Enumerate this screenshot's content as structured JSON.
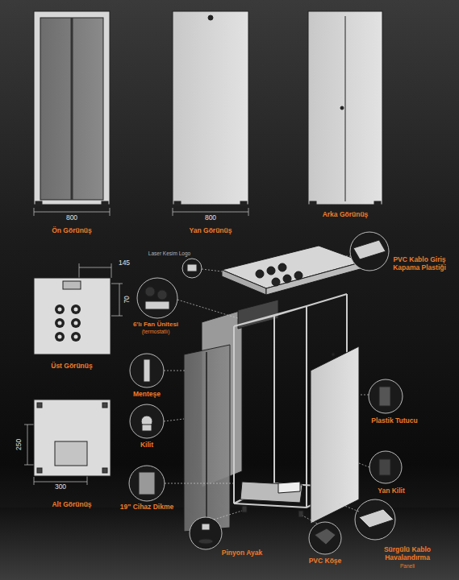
{
  "diagram": {
    "labels": [
      "800",
      "Ön Görünüş",
      "800",
      "Yan Görünüş",
      "Arka Görünüş",
      "145",
      "70",
      "Üst Görünüş",
      "250",
      "300",
      "Alt Görünüş",
      "Laser Kesim Logo",
      "6'lı Fan Ünitesi",
      "(termostatlı)",
      "Menteşe",
      "Kilit",
      "19\" Cihaz Dikme",
      "Pinyon Ayak",
      "PVC Köşe",
      "Sürgülü Kablo Havalandırma",
      "Paneli",
      "Yan Kilit",
      "Plastik Tutucu",
      "PVC Kablo Giriş Kapama Plastiği"
    ]
  }
}
